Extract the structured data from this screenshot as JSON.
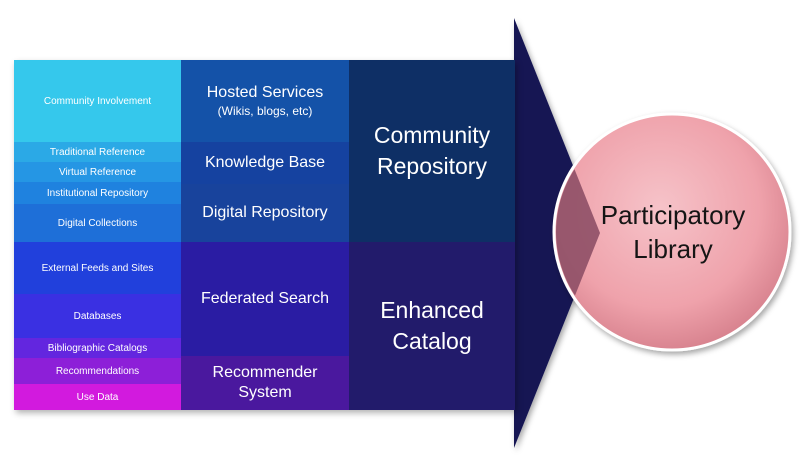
{
  "column1": [
    {
      "label": "Community Involvement",
      "color": "#35c8ec"
    },
    {
      "label": "Traditional Reference",
      "color": "#2ba9e6"
    },
    {
      "label": "Virtual Reference",
      "color": "#2596e4"
    },
    {
      "label": "Institutional Repository",
      "color": "#1f82df"
    },
    {
      "label": "Digital Collections",
      "color": "#1e6fd8"
    },
    {
      "label": "External Feeds and Sites",
      "color": "#2140dc"
    },
    {
      "label": "Databases",
      "color": "#3a30e2"
    },
    {
      "label": "Bibliographic Catalogs",
      "color": "#6326df"
    },
    {
      "label": "Recommendations",
      "color": "#8d1fd8"
    },
    {
      "label": "Use Data",
      "color": "#d21ade"
    }
  ],
  "column2": [
    {
      "line1": "Hosted Services",
      "line2": "(Wikis, blogs, etc)",
      "color": "#1452a8"
    },
    {
      "line1": "Knowledge Base",
      "line2": "",
      "color": "#1542a0"
    },
    {
      "line1": "Digital Repository",
      "line2": "",
      "color": "#18439c"
    },
    {
      "line1": "Federated Search",
      "line2": "",
      "color": "#2a1ca3"
    },
    {
      "line1": "Recommender",
      "line2": "System",
      "color": "#4a189e"
    }
  ],
  "column3": [
    {
      "line1": "Community",
      "line2": "Repository",
      "color": "#0e2f65"
    },
    {
      "line1": "Enhanced",
      "line2": "Catalog",
      "color": "#221b6b"
    }
  ],
  "circle": {
    "line1": "Participatory",
    "line2": "Library"
  },
  "colors": {
    "arrow_head": "#131552",
    "circle_fill": "#f2a9b1",
    "circle_overlap": "#8e4f66"
  }
}
